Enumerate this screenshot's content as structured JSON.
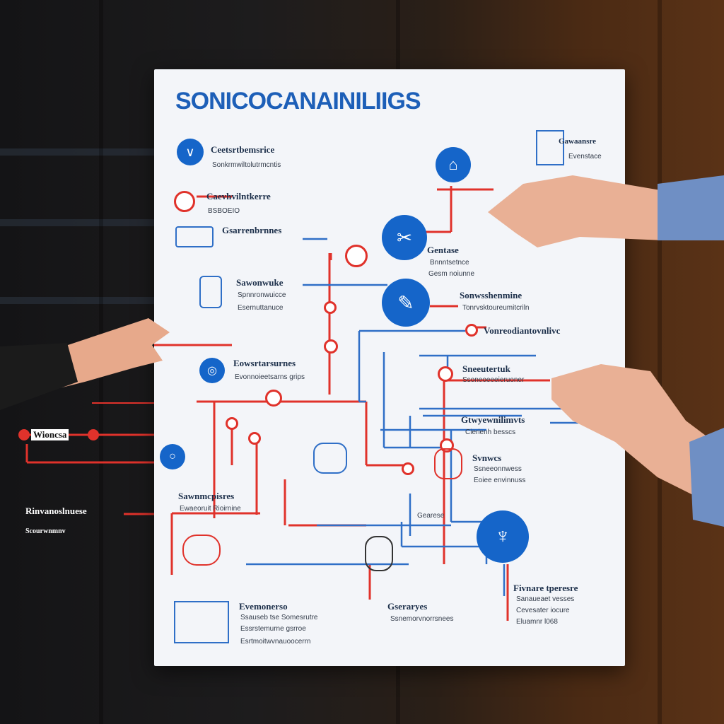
{
  "poster": {
    "title": "SONICOCANAINILIIGS",
    "labels": [
      {
        "id": "l1",
        "text": "Ceetsrtbemsrice",
        "sub": "Sonkrmwiltolutrmcntis"
      },
      {
        "id": "l2",
        "text": "Caevhvilntkerre",
        "sub": "BSBOEIO"
      },
      {
        "id": "l3",
        "text": "Gsarrenbrnnes"
      },
      {
        "id": "l4",
        "text": "Sawonwuke",
        "sub": "Spnnronwuicce",
        "sub2": "Esernuttanuce"
      },
      {
        "id": "l5",
        "text": "Eowsrtarsurnes",
        "sub": "Evonnoieetsarns grips"
      },
      {
        "id": "l6",
        "text": "Sawnmcpisres",
        "sub": "Ewaeoruit Rioirnine"
      },
      {
        "id": "l7",
        "text": "Evemonerso",
        "sub": "Ssauseb tse Somesrutre",
        "sub2": "Essrstemurne gsrroe",
        "sub3": "Esrtmoitwvnauoocerrn"
      },
      {
        "id": "l8",
        "text": "Gentase",
        "sub": "Bnnntsetnce",
        "sub2": "Gesm noiunne"
      },
      {
        "id": "l9",
        "text": "Sonwsshenmine",
        "sub": "Tonrvsktoureumitcriln"
      },
      {
        "id": "l10",
        "text": "Vonreodiantovnlivc"
      },
      {
        "id": "l11",
        "text": "Sneeutertuk",
        "sub": "Ssoneoeeeieruoner"
      },
      {
        "id": "l12",
        "text": "Gtwyewnilimvts",
        "sub": "Cierienh besscs"
      },
      {
        "id": "l13",
        "text": "Svnwcs",
        "sub": "Ssneeonnwess",
        "sub2": "Eoiee envinnuss"
      },
      {
        "id": "l14",
        "text": "Gseraryes",
        "sub": "Ssnemorvnorrsnees"
      },
      {
        "id": "l15",
        "text": "Fivnare tperesre",
        "sub": "Sanaueaet vesses",
        "sub2": "Cevesater iocure",
        "sub3": "Eluamnr l068"
      },
      {
        "id": "l16",
        "text": "Gawaansre",
        "sub": "Evenstace"
      },
      {
        "id": "l17",
        "text": "Gearese"
      }
    ]
  },
  "outside": {
    "left1": "Wioncsa",
    "left2": "Rinvanoslnuese",
    "left3": "Scourwnmnv"
  },
  "colors": {
    "blue": "#1565c9",
    "red": "#e0322b",
    "paper": "#f3f5f9"
  },
  "icons": [
    "network-node-icon",
    "gear-icon",
    "bus-icon",
    "hand-icon"
  ]
}
